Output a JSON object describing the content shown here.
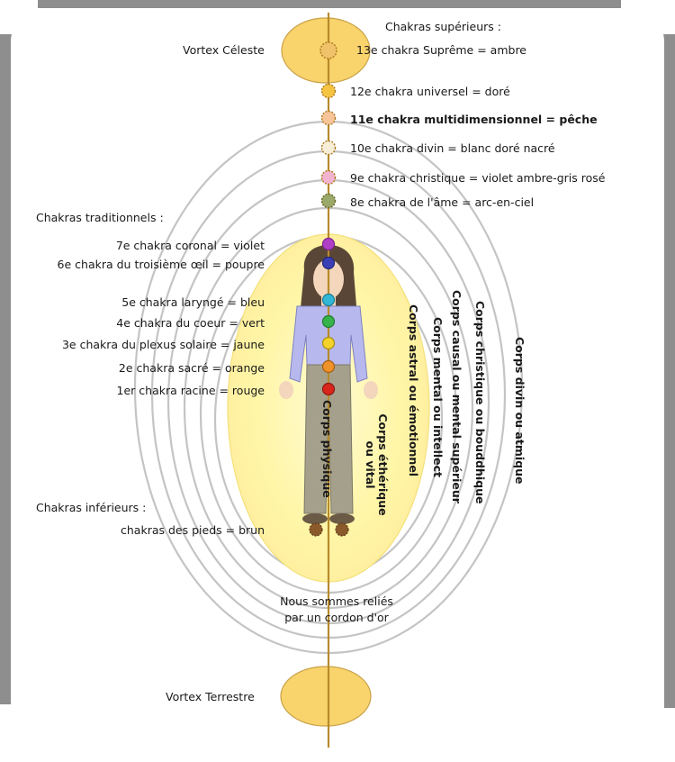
{
  "vortex": {
    "celeste": "Vortex Céleste",
    "terrestre": "Vortex Terrestre"
  },
  "superieurs": {
    "heading": "Chakras supérieurs :",
    "items": [
      "13e chakra Suprême = ambre",
      "12e chakra universel = doré",
      "11e chakra multidimensionnel = pêche",
      "10e chakra divin = blanc doré nacré",
      "9e chakra christique = violet ambre-gris rosé",
      "8e chakra de l'âme = arc-en-ciel"
    ]
  },
  "traditionnels": {
    "heading": "Chakras traditionnels :",
    "items": [
      "7e chakra coronal = violet",
      "6e chakra du troisième œil = poupre",
      "5e chakra laryngé = bleu",
      "4e chakra du coeur = vert",
      "3e chakra du plexus solaire = jaune",
      "2e chakra sacré = orange",
      "1er chakra racine = rouge"
    ]
  },
  "inferieurs": {
    "heading": "Chakras inférieurs :",
    "items": [
      "chakras des pieds = brun"
    ]
  },
  "corps": {
    "physique": "Corps physique",
    "etherique_1": "Corps éthérique",
    "etherique_2": "ou vital",
    "astral": "Corps astral ou émotionnel",
    "mental": "Corps mental ou intellect",
    "causal": "Corps causal ou mental supérieur",
    "christique": "Corps christique ou bouddhique",
    "divin": "Corps divin ou atmique"
  },
  "cordon": {
    "line1": "Nous sommes reliés",
    "line2": "par un cordon d'or"
  },
  "colors": {
    "frame": "#8e8e8e",
    "aura": "#fff6a8",
    "gold": "#f4d36a",
    "ring": "#c4c4c4",
    "cord": "#b78a2b",
    "shirt": "#b7b9ee",
    "trousers": "#a5a08c",
    "hair": "#5a4636",
    "skin": "#f3d6bb",
    "chakras": {
      "violet": "#b03ec7",
      "poupre": "#3a3fb5",
      "bleu": "#32b7d6",
      "vert": "#36b34a",
      "jaune": "#f2d22b",
      "orange": "#f0922a",
      "rouge": "#d8261c",
      "brun": "#8b5a2b",
      "dore": "#f5c542",
      "peche": "#f7c49a",
      "blanc": "#f7eed8",
      "rose": "#f2b3d0",
      "arc": "#9aa86a",
      "ambre": "#e8b04a"
    }
  }
}
